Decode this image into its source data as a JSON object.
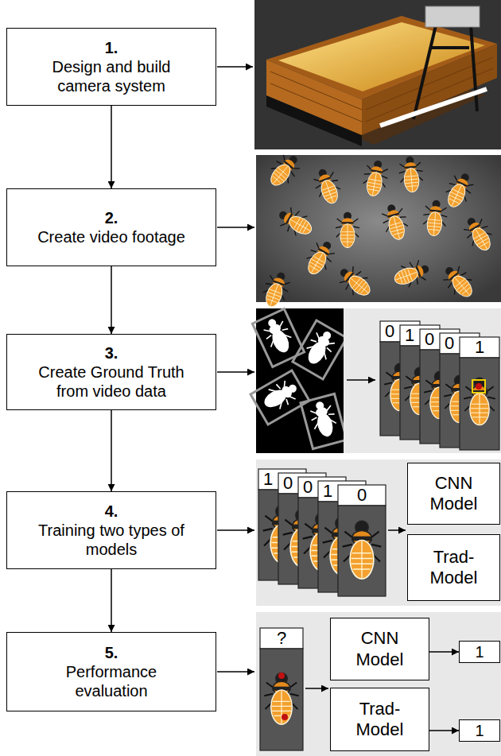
{
  "diagram": {
    "nodes": [
      {
        "text": [
          "1.",
          "Design and build camera system"
        ]
      },
      {
        "text": [
          "2.",
          "Create video footage"
        ]
      },
      {
        "text": [
          "3.",
          "Create Ground Truth from video data"
        ]
      },
      {
        "text": [
          "4.",
          "Training two types of models"
        ]
      },
      {
        "text": [
          "5.",
          "Performance evaluation"
        ]
      },
      {
        "text": [
          "CNN Model"
        ]
      },
      {
        "text": [
          "Trad-Model"
        ]
      },
      {
        "text": [
          "CNN Model"
        ]
      },
      {
        "text": [
          "Trad-Model"
        ]
      },
      {
        "text": [
          "1"
        ]
      },
      {
        "text": [
          "1"
        ]
      }
    ],
    "edges": [
      {
        "from": 0,
        "to": 1,
        "arrow": "to"
      },
      {
        "from": 1,
        "to": 2,
        "arrow": "to"
      },
      {
        "from": 2,
        "to": 3,
        "arrow": "to"
      },
      {
        "from": 3,
        "to": 4,
        "arrow": "to"
      },
      {
        "from": 7,
        "to": 9,
        "arrow": "to"
      },
      {
        "from": 8,
        "to": 10,
        "arrow": "to"
      }
    ],
    "labels": [
      "0",
      "1",
      "0",
      "0",
      "1",
      "1",
      "0",
      "0",
      "1",
      "0",
      "?"
    ]
  }
}
